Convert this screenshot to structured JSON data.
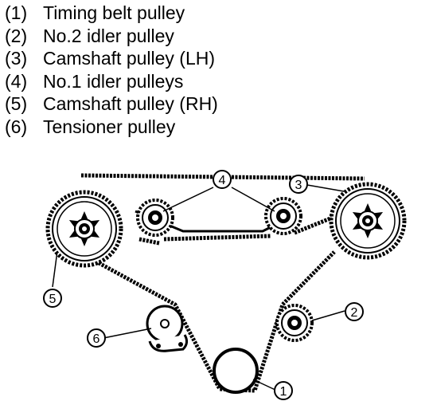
{
  "legend": [
    {
      "num": "(1)",
      "label": "Timing belt pulley"
    },
    {
      "num": "(2)",
      "label": "No.2 idler pulley"
    },
    {
      "num": "(3)",
      "label": "Camshaft pulley (LH)"
    },
    {
      "num": "(4)",
      "label": "No.1 idler pulleys"
    },
    {
      "num": "(5)",
      "label": "Camshaft pulley (RH)"
    },
    {
      "num": "(6)",
      "label": "Tensioner pulley"
    }
  ],
  "callouts": {
    "c1": "1",
    "c2": "2",
    "c3": "3",
    "c4": "4",
    "c5": "5",
    "c6": "6"
  }
}
